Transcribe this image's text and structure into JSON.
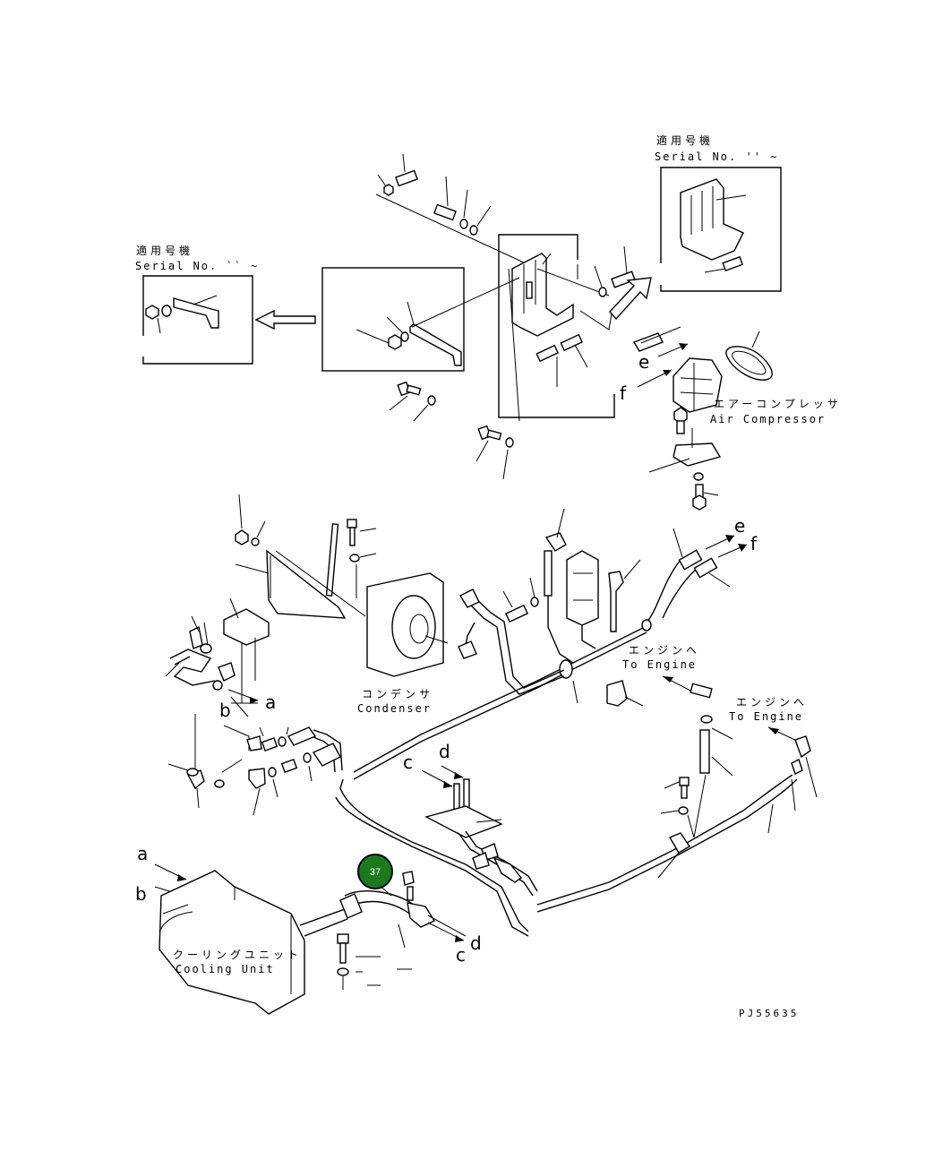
{
  "serial_left": {
    "jp": "適用号機",
    "en": "Serial No.  ``  ~"
  },
  "serial_right": {
    "jp": "適用号機",
    "en": "Serial No.  ''  ~"
  },
  "labels": {
    "air_compressor_jp": "エアーコンプレッサ",
    "air_compressor_en": "Air Compressor",
    "condenser_jp": "コンデンサ",
    "condenser_en": "Condenser",
    "engine1_jp": "エンジンへ",
    "engine1_en": "To Engine",
    "engine2_jp": "エンジンへ",
    "engine2_en": "To Engine",
    "cooling_jp": "クーリングユニット",
    "cooling_en": "Cooling Unit"
  },
  "letters": {
    "a1": "a",
    "a2": "a",
    "b1": "b",
    "b2": "b",
    "c1": "c",
    "c2": "c",
    "d1": "d",
    "d2": "d",
    "e1": "e",
    "e2": "e",
    "f1": "f",
    "f2": "f"
  },
  "callout": {
    "number": "37",
    "color": "#1b7a1b"
  },
  "drawing_code": "PJ55635"
}
